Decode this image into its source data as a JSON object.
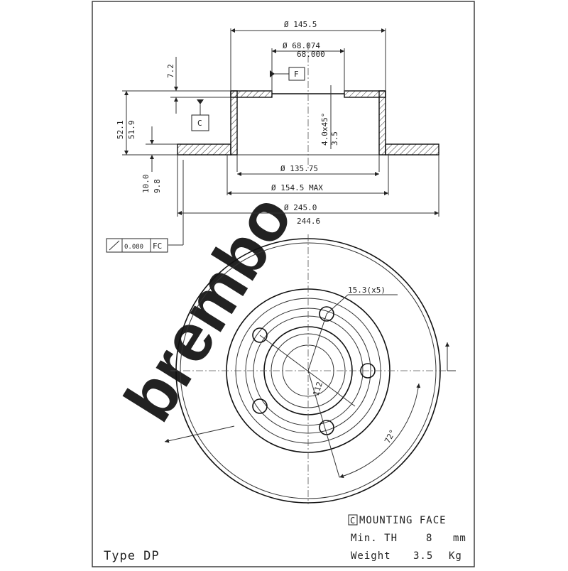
{
  "drawing": {
    "dims": {
      "outer_hat_dia": "Ø 145.5",
      "bore_max": "Ø 68.074",
      "bore_min": "68.000",
      "flange_top": "7.2",
      "height_max": "52.1",
      "height_min": "51.9",
      "chamfer": "4.0x45°",
      "chamfer_b": "3.5",
      "inner_hat_dia": "Ø 135.75",
      "swept_dia": "Ø 154.5 MAX",
      "disc_dia_max": "Ø 245.0",
      "disc_dia_min": "244.6",
      "thick_max": "10.0",
      "thick_min": "9.8",
      "hole_dia": "15.3(x5)",
      "pcd": "112",
      "angle": "72°"
    },
    "datums": {
      "datum_f": "F",
      "datum_c": "C"
    },
    "tolerance_frame": {
      "value": "0.080",
      "ref": "FC"
    },
    "info": {
      "mounting_letter": "C",
      "mounting_face": "MOUNTING FACE",
      "min_th_label": "Min. TH",
      "min_th_value": "8",
      "min_th_unit": "mm",
      "weight_label": "Weight",
      "weight_value": "3.5",
      "weight_unit": "Kg",
      "type_label": "Type DP"
    },
    "watermark": "brembo",
    "colors": {
      "ink": "#222222",
      "watermark": "#e6e6e6",
      "frame": "#333333"
    }
  }
}
